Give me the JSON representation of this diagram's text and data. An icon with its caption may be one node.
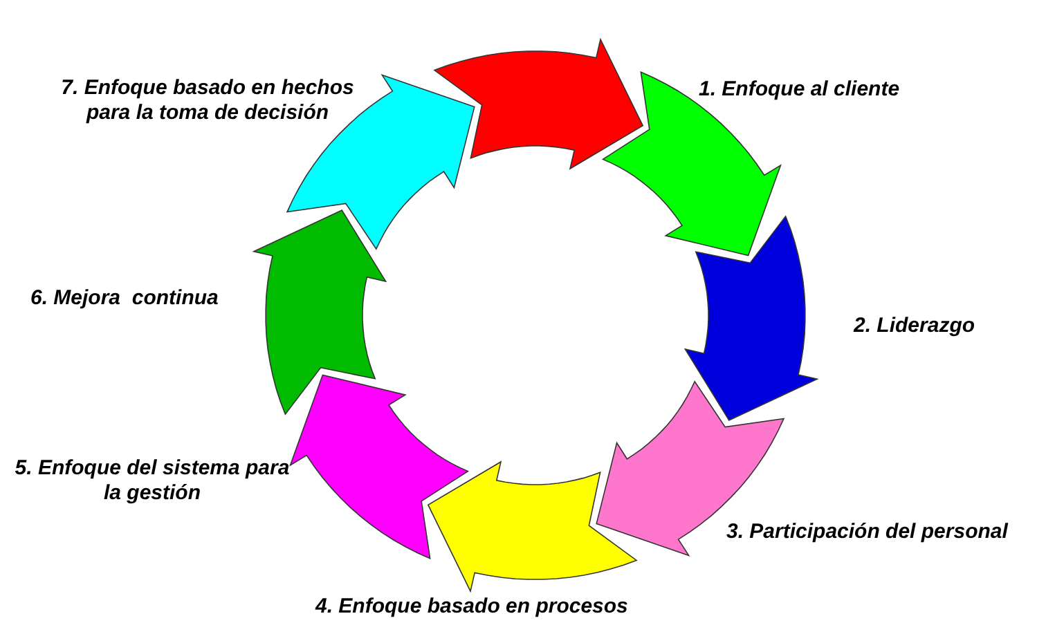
{
  "diagram": {
    "labels": [
      "7. Enfoque basado en hechos para la toma de decisión",
      "1. Enfoque al cliente",
      "6. Mejora  continua",
      "2. Liderazgo",
      "5. Enfoque del sistema para la gestión",
      "3. Participación del personal",
      "4. Enfoque basado en procesos"
    ]
  }
}
